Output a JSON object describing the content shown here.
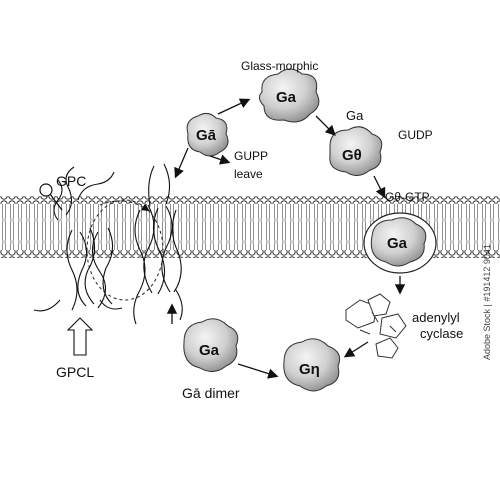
{
  "labels": {
    "glass_morphic": "Glass-morphic",
    "ga_top": "Ga",
    "ga_right_title": "Ga",
    "gudp": "GUDP",
    "g_theta_right": "Gθ",
    "g_theta_gtp": "Gθ-GTP",
    "ga_membrane": "Ga",
    "g_bar": "Gā",
    "gupp": "GUPP",
    "leave": "leave",
    "gpc": "GPC",
    "gpcl": "GPCL",
    "adenylyl": "adenylyl",
    "cyclase": "cyclase",
    "ga_lower_left": "Ga",
    "g_bar_dimer": "Gā dimer",
    "g_eta_lower": "Gη"
  },
  "watermark": "Adobe Stock | #191412 9041"
}
